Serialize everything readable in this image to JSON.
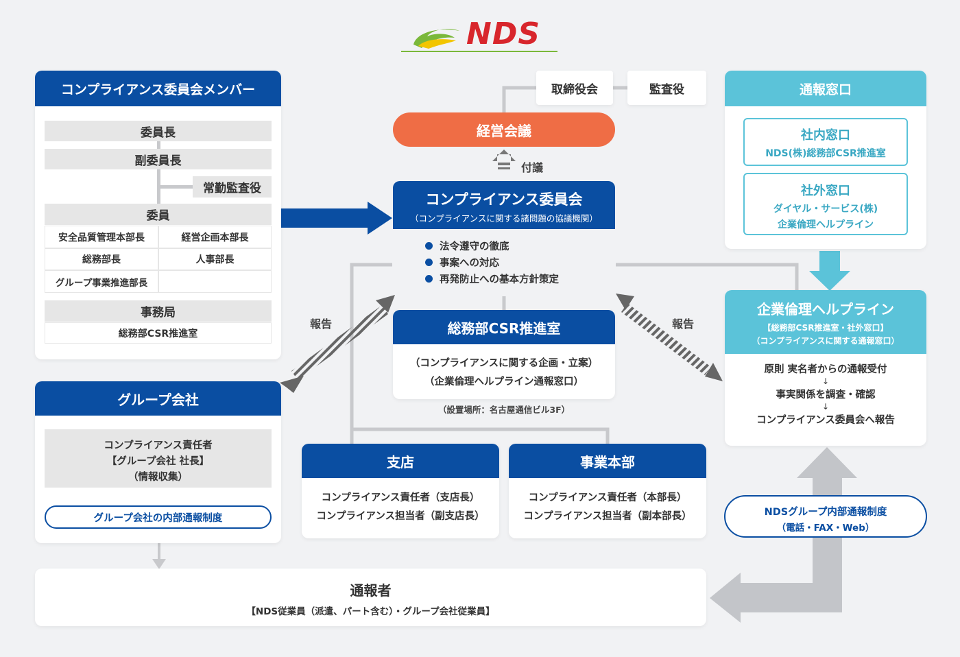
{
  "logo": {
    "text": "NDS"
  },
  "members": {
    "title": "コンプライアンス委員会メンバー",
    "chair": "委員長",
    "vice_chair": "副委員長",
    "auditor": "常勤監査役",
    "members_label": "委員",
    "member_cells": [
      "安全品質管理本部長",
      "経営企画本部長",
      "総務部長",
      "人事部長",
      "グループ事業推進部長",
      ""
    ],
    "secretariat_label": "事務局",
    "secretariat_value": "総務部CSR推進室"
  },
  "board": {
    "directors": "取締役会",
    "auditor": "監査役"
  },
  "management": {
    "title": "経営会議",
    "submit_label": "付議"
  },
  "committee": {
    "title": "コンプライアンス委員会",
    "subtitle": "（コンプライアンスに関する諸問題の協議機関）",
    "bullets": [
      "法令遵守の徹底",
      "事案への対応",
      "再発防止への基本方針策定"
    ]
  },
  "csr": {
    "title": "総務部CSR推進室",
    "line1": "（コンプライアンスに関する企画・立案）",
    "line2": "（企業倫理ヘルプライン通報窓口）",
    "location": "（設置場所：名古屋通信ビル3F）"
  },
  "report_label_left": "報告",
  "report_label_right": "報告",
  "contact": {
    "title": "通報窓口",
    "internal_title": "社内窓口",
    "internal_value": "NDS(株)総務部CSR推進室",
    "external_title": "社外窓口",
    "external_value_1": "ダイヤル・サービス(株)",
    "external_value_2": "企業倫理ヘルプライン"
  },
  "helpline": {
    "title": "企業倫理ヘルプライン",
    "subtitle1": "【総務部CSR推進室・社外窓口】",
    "subtitle2": "（コンプライアンスに関する通報窓口）",
    "step1": "原則 実名者からの通報受付",
    "step2": "事実関係を調査・確認",
    "step3": "コンプライアンス委員会へ報告",
    "arrow": "↓"
  },
  "group": {
    "title": "グループ会社",
    "line1": "コンプライアンス責任者",
    "line2": "【グループ会社 社長】",
    "line3": "（情報収集）",
    "system": "グループ会社の内部通報制度"
  },
  "branch": {
    "title": "支店",
    "line1": "コンプライアンス責任者（支店長）",
    "line2": "コンプライアンス担当者（副支店長）"
  },
  "division": {
    "title": "事業本部",
    "line1": "コンプライアンス責任者（本部長）",
    "line2": "コンプライアンス担当者（副本部長）"
  },
  "nds_system": {
    "line1": "NDSグループ内部通報制度",
    "line2": "（電話・FAX・Web）"
  },
  "reporter": {
    "title": "通報者",
    "subtitle": "【NDS従業員（派遣、パート含む）・グループ会社従業員】"
  },
  "colors": {
    "blue": "#0a4ea2",
    "cyan": "#5bc3d9",
    "orange": "#ef6d45",
    "gray_arrow": "#c3c5c9",
    "logo_green": "#7ab83a",
    "logo_red": "#d8262c"
  }
}
